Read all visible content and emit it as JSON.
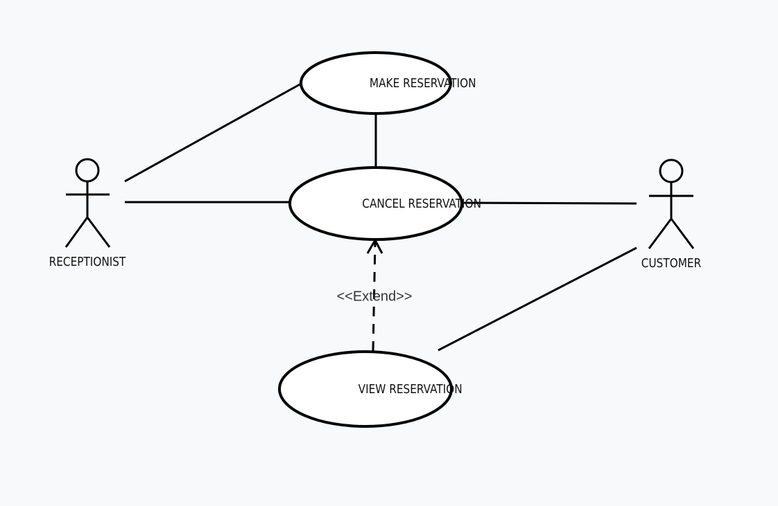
{
  "diagram": {
    "type": "use-case",
    "actors": [
      {
        "id": "receptionist",
        "label": "RECEPTIONIST"
      },
      {
        "id": "customer",
        "label": "CUSTOMER"
      }
    ],
    "use_cases": [
      {
        "id": "make",
        "label": "MAKE RESERVATION"
      },
      {
        "id": "cancel",
        "label": "CANCEL RESERVATION"
      },
      {
        "id": "view",
        "label": "VIEW RESERVATION"
      }
    ],
    "relationships": [
      {
        "from": "receptionist",
        "to": "make",
        "kind": "association"
      },
      {
        "from": "receptionist",
        "to": "cancel",
        "kind": "association"
      },
      {
        "from": "make",
        "to": "cancel",
        "kind": "association"
      },
      {
        "from": "customer",
        "to": "cancel",
        "kind": "association"
      },
      {
        "from": "customer",
        "to": "view",
        "kind": "association"
      },
      {
        "from": "view",
        "to": "cancel",
        "kind": "extend",
        "label": "<<Extend>>"
      }
    ]
  }
}
